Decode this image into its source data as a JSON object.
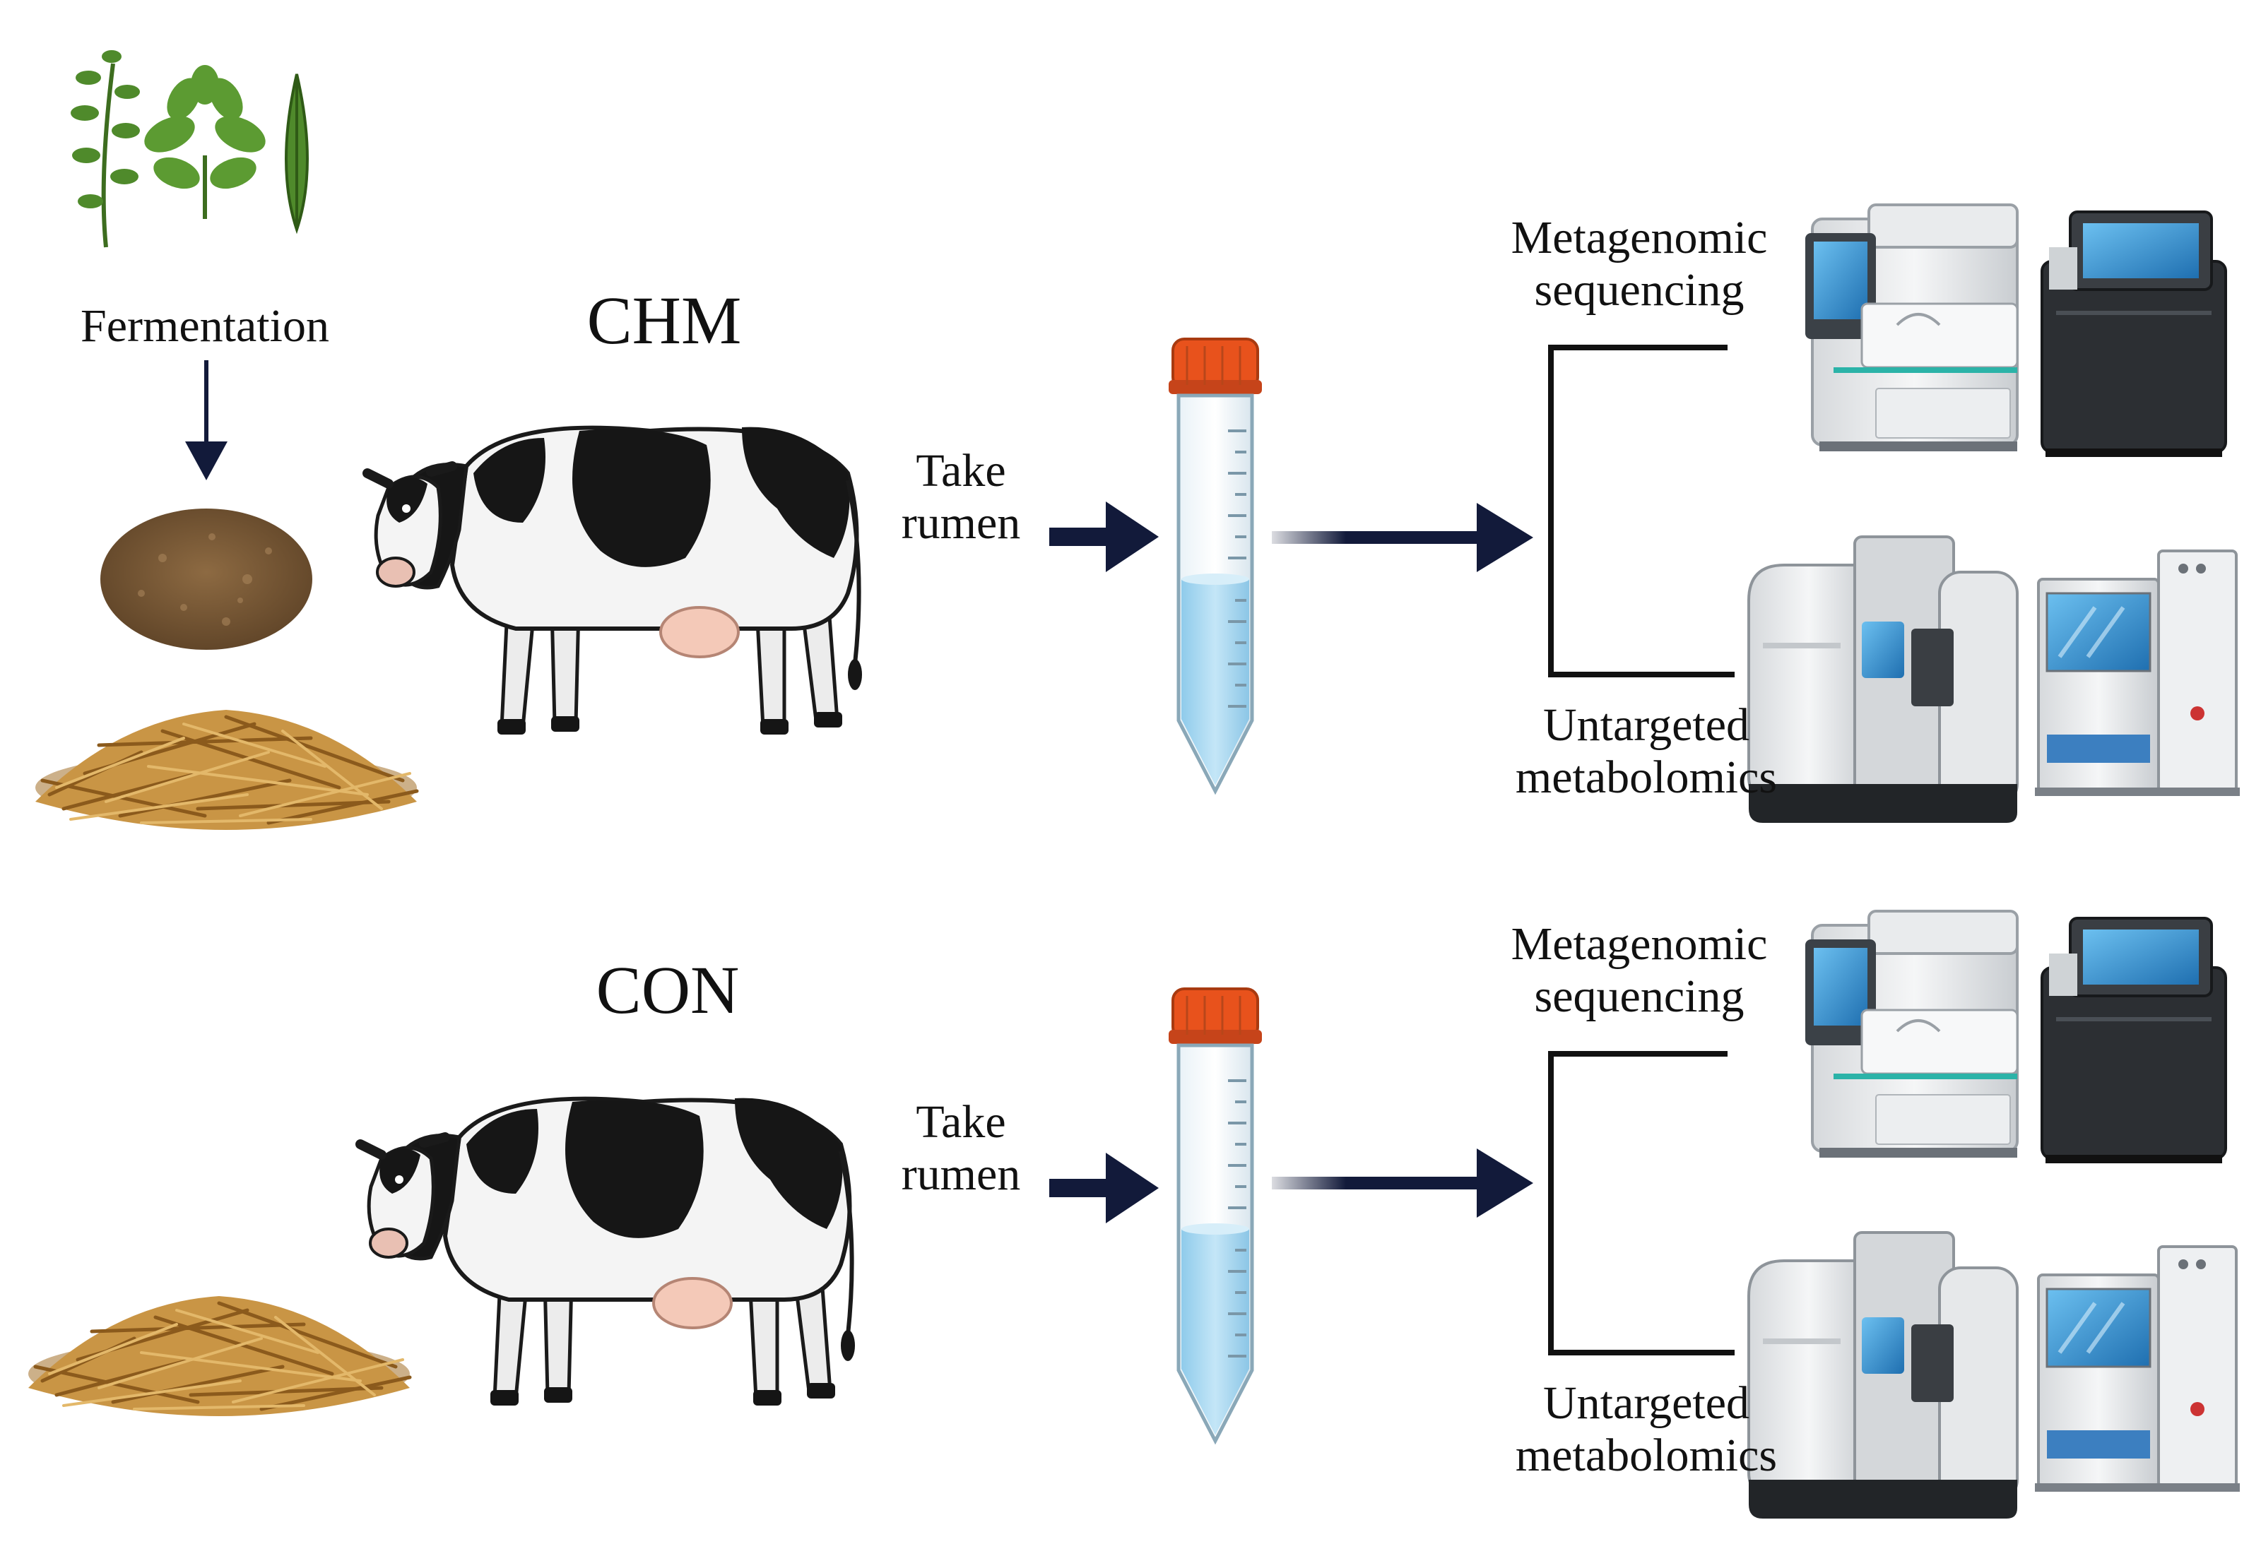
{
  "feed": {
    "process_label": "Fermentation"
  },
  "panels": [
    {
      "id": "chm",
      "group_label": "CHM",
      "step_line1": "Take",
      "step_line2": "rumen",
      "omics_top_line1": "Metagenomic",
      "omics_top_line2": "sequencing",
      "omics_bottom_line1": "Untargeted",
      "omics_bottom_line2": "metabolomics"
    },
    {
      "id": "con",
      "group_label": "CON",
      "step_line1": "Take",
      "step_line2": "rumen",
      "omics_top_line1": "Metagenomic",
      "omics_top_line2": "sequencing",
      "omics_bottom_line1": "Untargeted",
      "omics_bottom_line2": "metabolomics"
    }
  ],
  "icons": {
    "herbs": [
      "herb-sprig-icon",
      "herb-rosette-icon",
      "herb-leaf-icon"
    ],
    "fermented_feed": "fermented-feed-icon",
    "hay": "hay-pile-icon",
    "cow": "holstein-cow-icon",
    "tube": "sample-tube-icon",
    "sequencer_a": "sequencer-icon",
    "sequencer_b": "sequencer-dark-icon",
    "mass_spec": "mass-spectrometer-icon",
    "chromatograph": "chromatograph-icon"
  },
  "colors": {
    "arrow": "#121a3a",
    "tube_cap": "#e8521c",
    "tube_liquid": "#a9d8f2",
    "cow_black": "#161616",
    "hay": "#c08a3a",
    "feed": "#7a5a35",
    "leaf": "#4f8a2b",
    "screen": "#3a9ad9",
    "instrument_teal": "#2bb3a8"
  }
}
